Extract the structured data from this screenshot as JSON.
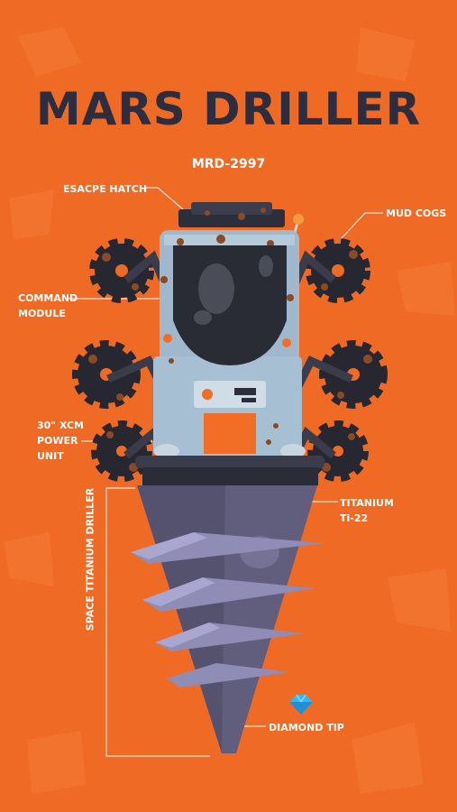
{
  "title": "MARS DRILLER",
  "model": "MRD-2997",
  "labels": {
    "escape_hatch": "ESACPE HATCH",
    "mud_cogs": "MUD COGS",
    "command_module": "COMMAND\nMODULE",
    "power_unit": "30\" XCM\nPOWER\nUNIT",
    "titanium": "TITANIUM\nTi-22",
    "drill": "SPACE TITANIUM DRILLER",
    "diamond_tip": "DIAMOND TIP"
  },
  "colors": {
    "background": "#ef6a24",
    "title": "#2c2e3f",
    "label_text": "#ffffff",
    "body_panel": "#9fb8cc",
    "dome": "#2a2c35",
    "drill_steel": "#615e7d",
    "drill_thread": "#8f8db5",
    "cog": "#262730",
    "rust": "#8a4a25",
    "accent_orange": "#f26e26",
    "diamond": "#37b7f0"
  },
  "icons": [
    "gear-icon",
    "diamond-icon",
    "antenna-icon"
  ]
}
